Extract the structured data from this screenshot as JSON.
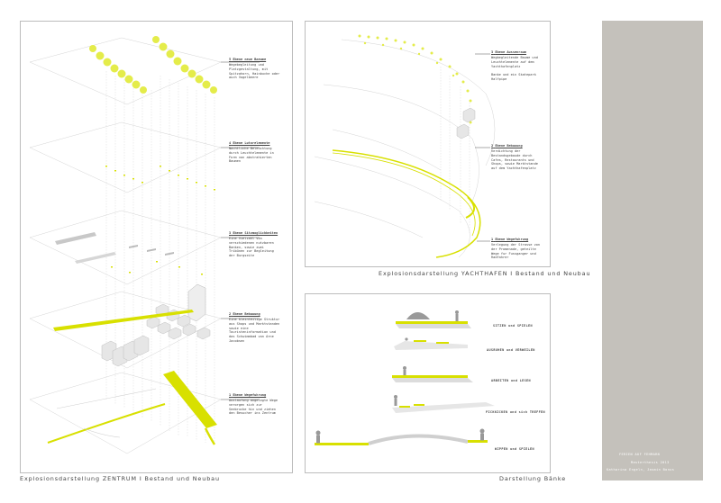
{
  "colors": {
    "accent": "#d8e000",
    "line": "#9a9a9a",
    "sidebar": "#c4c1bb"
  },
  "zentrum": {
    "caption": "Explosionsdarstellung ZENTRUM  I  Bestand und Neubau",
    "layers": [
      {
        "num": "5",
        "title": "Ebene neue Baeume",
        "body": "Wegebegleitung und Platzgestaltung, mit Spitzahorn, Hainbuche oder auch Vogelbeere"
      },
      {
        "num": "4",
        "title": "Ebene Lutorelemente",
        "body": "Nachtliche Beleuchtung durch Leuchtelemente in Form von abstrahierten Baumen"
      },
      {
        "num": "3",
        "title": "Ebene Sitzmoglichkeiten",
        "body": "Eine Vielzahl von verschiedenen nutzbaren Banken, sowie zwei Tribünen zur Begleitung der Burgseite"
      },
      {
        "num": "2",
        "title": "Ebene Bebauung",
        "body": "Eine kleinteilige Struktur aus Shops und Marktstanden sowie eine Touristeninformation und das Schwimmbad von Arne Jacobsen"
      },
      {
        "num": "1",
        "title": "Ebene Wegefuhrung",
        "body": "Auslaufung angelegte Wege verorgen sich zur Seebrucke hin und ziehen den Besucher ins Zentrum"
      }
    ]
  },
  "yachthafen": {
    "caption": "Explosionsdarstellung YACHTHAFEN  I  Bestand und Neubau",
    "layers": [
      {
        "num": "3",
        "title": "Ebene Aussenraum",
        "body": "Wegbegleitende Baume und Leuchtelemente auf dem Yachthafenplatz\n\nBanke und ein Skatepark Halfpipe"
      },
      {
        "num": "2",
        "title": "Ebene Bebauung",
        "body": "Verdichtung der Bestandsgebaude durch Cafes, Restaurants und Shops, sowie Marktstande auf dem Yachthafenplatz"
      },
      {
        "num": "1",
        "title": "Ebene Wegefuhrung",
        "body": "Verlegung der Strasse von der Promenade, geteilte Wege fur Fussganger und Radfahrer"
      }
    ]
  },
  "baenke": {
    "caption": "Darstellung Bänke",
    "labels": [
      "SITZEN und SPIELEN",
      "AUSRUHEN und VERWEILEN",
      "ARBEITEN und LESEN",
      "PICKNICKEN und sich TREFFEN",
      "WIPPEN und SPIELEN"
    ]
  },
  "sidebar": {
    "title": "FERIEN AUF FEHMARN",
    "line1": "Masterthesis 2013",
    "line2": "Katharina Engeln, Jasmin Bonus"
  }
}
